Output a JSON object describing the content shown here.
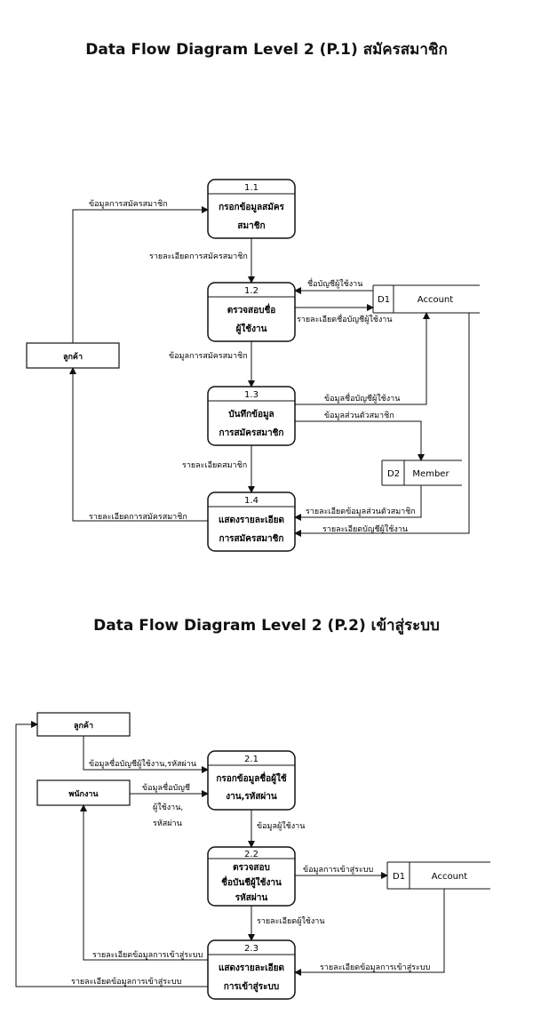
{
  "diagram1": {
    "title": "Data Flow Diagram Level 2 (P.1) สมัครสมาชิก",
    "processes": [
      {
        "number": "1.1",
        "name_line1": "กรอกข้อมูลสมัคร",
        "name_line2": "สมาชิก"
      },
      {
        "number": "1.2",
        "name_line1": "ตรวจสอบชื่อ",
        "name_line2": "ผู้ใช้งาน"
      },
      {
        "number": "1.3",
        "name_line1": "บันทึกข้อมูล",
        "name_line2": "การสมัครสมาชิก"
      },
      {
        "number": "1.4",
        "name_line1": "แสดงรายละเอียด",
        "name_line2": "การสมัครสมาชิก"
      }
    ],
    "entity": "ลูกค้า",
    "datastores": [
      {
        "id": "D1",
        "name": "Account"
      },
      {
        "id": "D2",
        "name": "Member"
      }
    ],
    "flows": [
      "ข้อมูลการสมัครสมาชิก",
      "รายละเอียดการสมัครสมาชิก",
      "ชื่อบัญชีผู้ใช้งาน",
      "รายละเอียดชื่อบัญชีผู้ใช้งาน",
      "ข้อมูลการสมัครสมาชิก",
      "ข้อมูลชื่อบัญชีผู้ใช้งาน",
      "ข้อมูลส่วนตัวสมาชิก",
      "รายละเอียดสมาชิก",
      "รายละเอียดข้อมูลส่วนตัวสมาชิก",
      "รายละเอียดการสมัครสมาชิก",
      "รายละเอียดบัญชีผู้ใช้งาน"
    ]
  },
  "diagram2": {
    "title": "Data Flow Diagram Level 2 (P.2) เข้าสู่ระบบ",
    "processes": [
      {
        "number": "2.1",
        "name_line1": "กรอกข้อมูลชื่อผู้ใช้",
        "name_line2": "งาน,รหัสผ่าน"
      },
      {
        "number": "2.2",
        "name_line1": "ตรวจสอบ",
        "name_line2": "ชื่อบันชีผู้ใช้งาน",
        "name_line3": "รหัสผ่าน"
      },
      {
        "number": "2.3",
        "name_line1": "แสดงรายละเอียด",
        "name_line2": "การเข้าสู่ระบบ"
      }
    ],
    "entities": [
      "ลูกค้า",
      "พนักงาน"
    ],
    "datastore": {
      "id": "D1",
      "name": "Account"
    },
    "flows": {
      "customer_in": "ข้อมูลชื่อบัญชีผู้ใช้งาน,รหัสผ่าน",
      "staff_in_1": "ข้อมูลชื่อบัญชี",
      "staff_in_2": "ผู้ใช้งาน,",
      "staff_in_3": "รหัสผ่าน",
      "user_data": "ข้อมูลผู้ใช้งาน",
      "login_data": "ข้อมูลการเข้าสู่ระบบ",
      "user_detail": "รายละเอียดผู้ใช้งาน",
      "login_detail_staff": "รายละเอียดข้อมูลการเข้าสู่ระบบ",
      "login_detail_ds": "รายละเอียดข้อมูลการเข้าสู่ระบบ",
      "login_detail_customer": "รายละเอียดข้อมูลการเข้าสู่ระบบ"
    }
  }
}
